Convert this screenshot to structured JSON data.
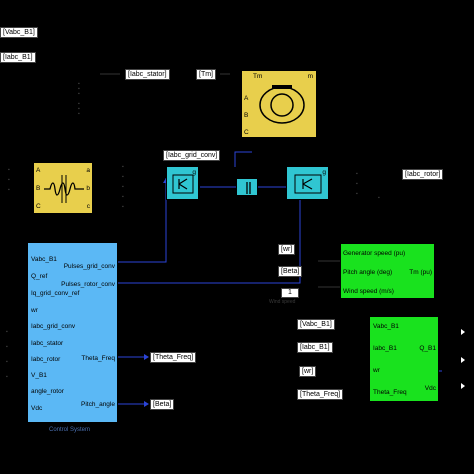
{
  "tags": {
    "vabc_b1_top": "[Vabc_B1]",
    "iabc_b1_top": "[Iabc_B1]",
    "iabc_stator": "[Iabc_stator]",
    "tm": "[Tm]",
    "iabc_grid_conv": "[Iabc_grid_conv]",
    "iabc_rotor_right": "[Iabc_rotor]",
    "wr_goto": "[wr]",
    "beta_goto": "[Beta]",
    "vabc_b1_q": "[Vabc_B1]",
    "iabc_b1_q": "[Iabc_B1]",
    "wr_q": "[wr]",
    "theta_freq_q": "[Theta_Freq]",
    "theta_freq_ctrl": "[Theta_Freq]",
    "beta_ctrl": "[Beta]"
  },
  "constant_value": "1",
  "captions": {
    "wind_speed": "Wind speed",
    "control_system": "Control System"
  },
  "machine": {
    "tm_label": "Tm",
    "m_label": "m",
    "ports": [
      "A",
      "B",
      "C"
    ]
  },
  "transformer": {
    "left_ports": [
      "A",
      "B",
      "C"
    ],
    "right_ports": [
      "a",
      "b",
      "c"
    ]
  },
  "converters": {
    "grid_port": "g",
    "rotor_port": "g"
  },
  "turbine": {
    "inputs": [
      "Generator speed (pu)",
      "Pitch angle (deg)",
      "Wind speed (m/s)"
    ],
    "output": "Tm (pu)"
  },
  "control": {
    "inputs": [
      "Vabc_B1",
      "Q_ref",
      "Iq_grid_conv_ref",
      "wr",
      "Iabc_grid_conv",
      "Iabc_stator",
      "Iabc_rotor",
      "V_B1",
      "angle_rotor",
      "Vdc"
    ],
    "outputs": [
      "Pulses_grid_conv",
      "Pulses_rotor_conv",
      "Theta_Freq",
      "Pitch_angle"
    ]
  },
  "q_block": {
    "inputs": [
      "Vabc_B1",
      "Iabc_B1",
      "wr",
      "Theta_Freq"
    ],
    "outputs": [
      "Q_B1",
      "Vdc"
    ]
  },
  "colors": {
    "background": "#000000",
    "machine": "#e8cf4c",
    "converter": "#30c6d2",
    "turbine": "#19e21e",
    "control": "#5bb8f5",
    "wire": "#2b44d8"
  }
}
